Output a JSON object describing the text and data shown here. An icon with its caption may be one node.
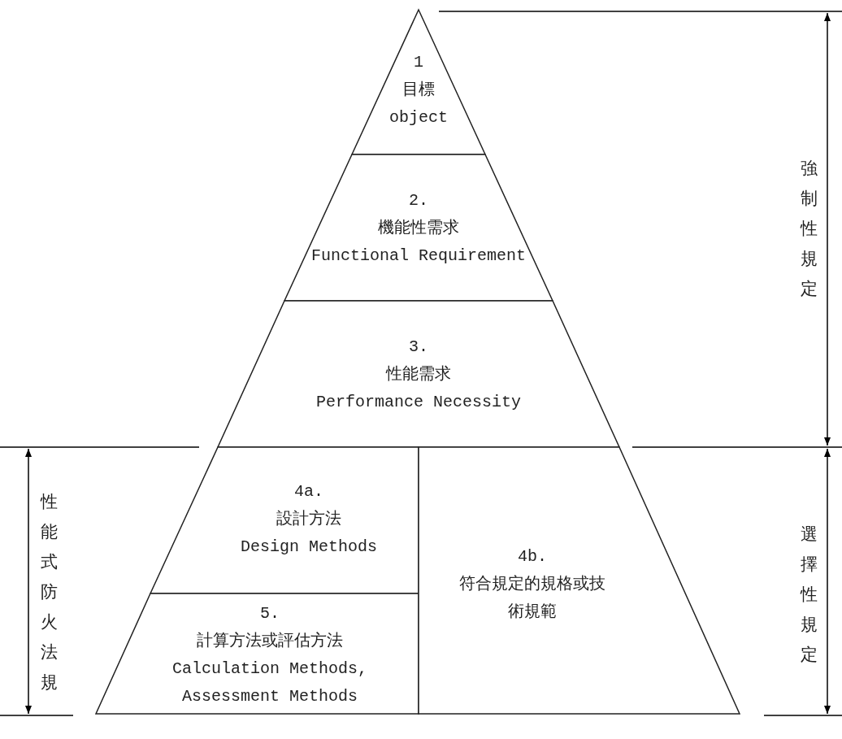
{
  "diagram": {
    "nodes": [
      {
        "text": [
          "1",
          "目標",
          "object"
        ]
      },
      {
        "text": [
          "2.",
          "機能性需求",
          "Functional Requirement"
        ]
      },
      {
        "text": [
          "3.",
          "性能需求",
          "Performance Necessity"
        ]
      },
      {
        "text": [
          "4a.",
          "設計方法",
          "Design Methods"
        ]
      },
      {
        "text": [
          "5.",
          "計算方法或評估方法",
          "Calculation Methods, Assessment Methods"
        ]
      },
      {
        "text": [
          "4b.",
          "符合規定的規格或技術規範"
        ]
      }
    ],
    "labels": [
      "強制性規定",
      "性能式防火法規",
      "選擇性規定"
    ]
  }
}
